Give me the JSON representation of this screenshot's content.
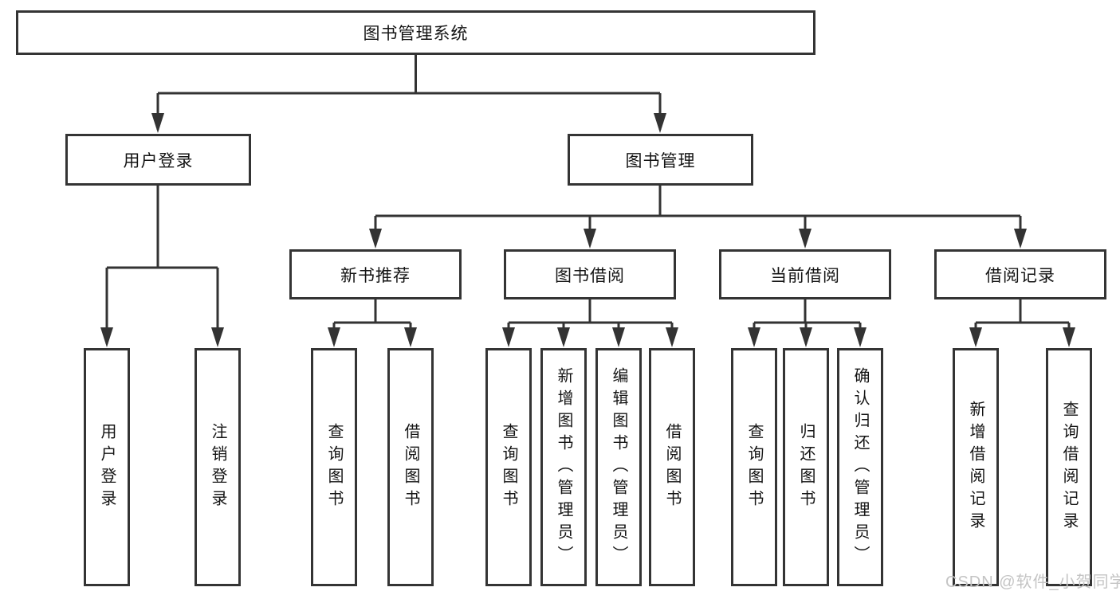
{
  "diagram": {
    "title": "图书管理系统",
    "branches": [
      {
        "label": "用户登录",
        "children": [
          {
            "label": "用户登录"
          },
          {
            "label": "注销登录"
          }
        ]
      },
      {
        "label": "图书管理",
        "children": [
          {
            "label": "新书推荐",
            "children": [
              {
                "label": "查询图书"
              },
              {
                "label": "借阅图书"
              }
            ]
          },
          {
            "label": "图书借阅",
            "children": [
              {
                "label": "查询图书"
              },
              {
                "label": "新增图书（管理员）"
              },
              {
                "label": "编辑图书（管理员）"
              },
              {
                "label": "借阅图书"
              }
            ]
          },
          {
            "label": "当前借阅",
            "children": [
              {
                "label": "查询图书"
              },
              {
                "label": "归还图书"
              },
              {
                "label": "确认归还（管理员）"
              }
            ]
          },
          {
            "label": "借阅记录",
            "children": [
              {
                "label": "新增借阅记录"
              },
              {
                "label": "查询借阅记录"
              }
            ]
          }
        ]
      }
    ]
  },
  "watermark": "CSDN @软件_小贺同学",
  "colors": {
    "line": "#333333",
    "box_border": "#343434",
    "text": "#141414",
    "watermark": "#c4c4c4",
    "background": "#ffffff"
  }
}
